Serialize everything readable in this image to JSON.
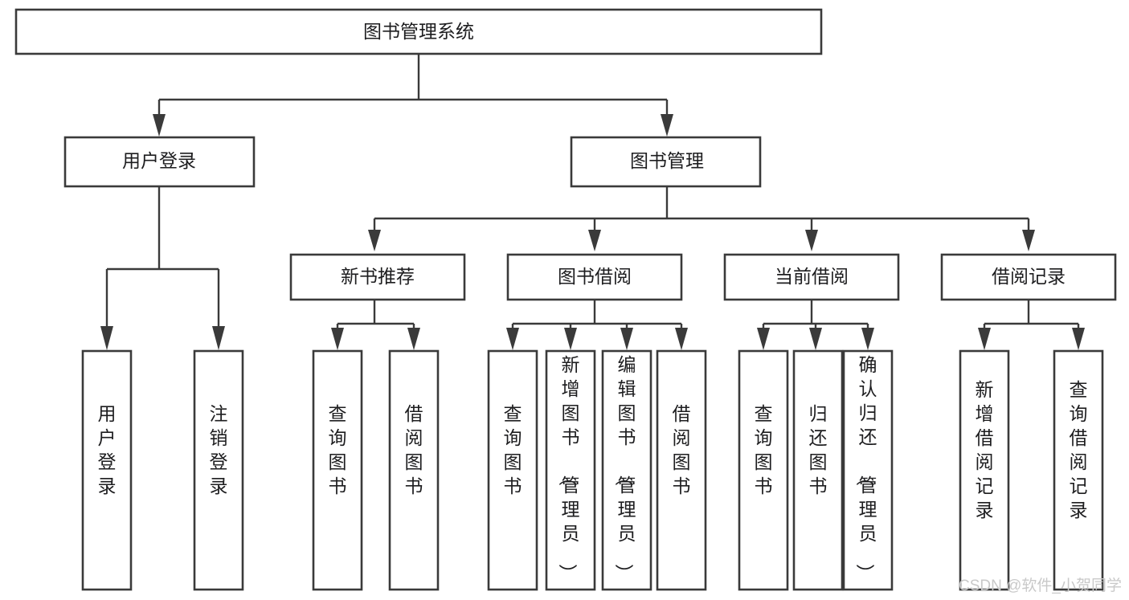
{
  "diagram": {
    "title": "图书管理系统",
    "type": "tree-hierarchy",
    "orientation": "top-down",
    "nodes": {
      "root": {
        "label": "图书管理系统"
      },
      "level2": [
        {
          "id": "user-login",
          "label": "用户登录"
        },
        {
          "id": "book-manage",
          "label": "图书管理"
        }
      ],
      "level3": [
        {
          "id": "new-book-recommend",
          "label": "新书推荐",
          "parent": "book-manage"
        },
        {
          "id": "book-borrow",
          "label": "图书借阅",
          "parent": "book-manage"
        },
        {
          "id": "current-borrow",
          "label": "当前借阅",
          "parent": "book-manage"
        },
        {
          "id": "borrow-record",
          "label": "借阅记录",
          "parent": "book-manage"
        }
      ],
      "leaves": [
        {
          "id": "leaf-user-login",
          "label": "用户登录",
          "parent": "user-login"
        },
        {
          "id": "leaf-logout-login",
          "label": "注销登录",
          "parent": "user-login"
        },
        {
          "id": "leaf-query-book-1",
          "label": "查询图书",
          "parent": "new-book-recommend"
        },
        {
          "id": "leaf-borrow-book-1",
          "label": "借阅图书",
          "parent": "new-book-recommend"
        },
        {
          "id": "leaf-query-book-2",
          "label": "查询图书",
          "parent": "book-borrow"
        },
        {
          "id": "leaf-add-book",
          "label": "新增图书（管理员）",
          "parent": "book-borrow"
        },
        {
          "id": "leaf-edit-book",
          "label": "编辑图书（管理员）",
          "parent": "book-borrow"
        },
        {
          "id": "leaf-borrow-book-2",
          "label": "借阅图书",
          "parent": "book-borrow"
        },
        {
          "id": "leaf-query-book-3",
          "label": "查询图书",
          "parent": "current-borrow"
        },
        {
          "id": "leaf-return-book",
          "label": "归还图书",
          "parent": "current-borrow"
        },
        {
          "id": "leaf-confirm-return",
          "label": "确认归还（管理员）",
          "parent": "current-borrow"
        },
        {
          "id": "leaf-add-record",
          "label": "新增借阅记录",
          "parent": "borrow-record"
        },
        {
          "id": "leaf-query-record",
          "label": "查询借阅记录",
          "parent": "borrow-record"
        }
      ]
    },
    "colors": {
      "box_stroke": "#3a3a3a",
      "box_fill": "#ffffff",
      "text": "#1d1d1f",
      "connector": "#3a3a3a",
      "watermark": "#c9c9c9",
      "canvas": "#ffffff"
    }
  },
  "watermark": {
    "text": "CSDN @软件_小贺同学"
  }
}
